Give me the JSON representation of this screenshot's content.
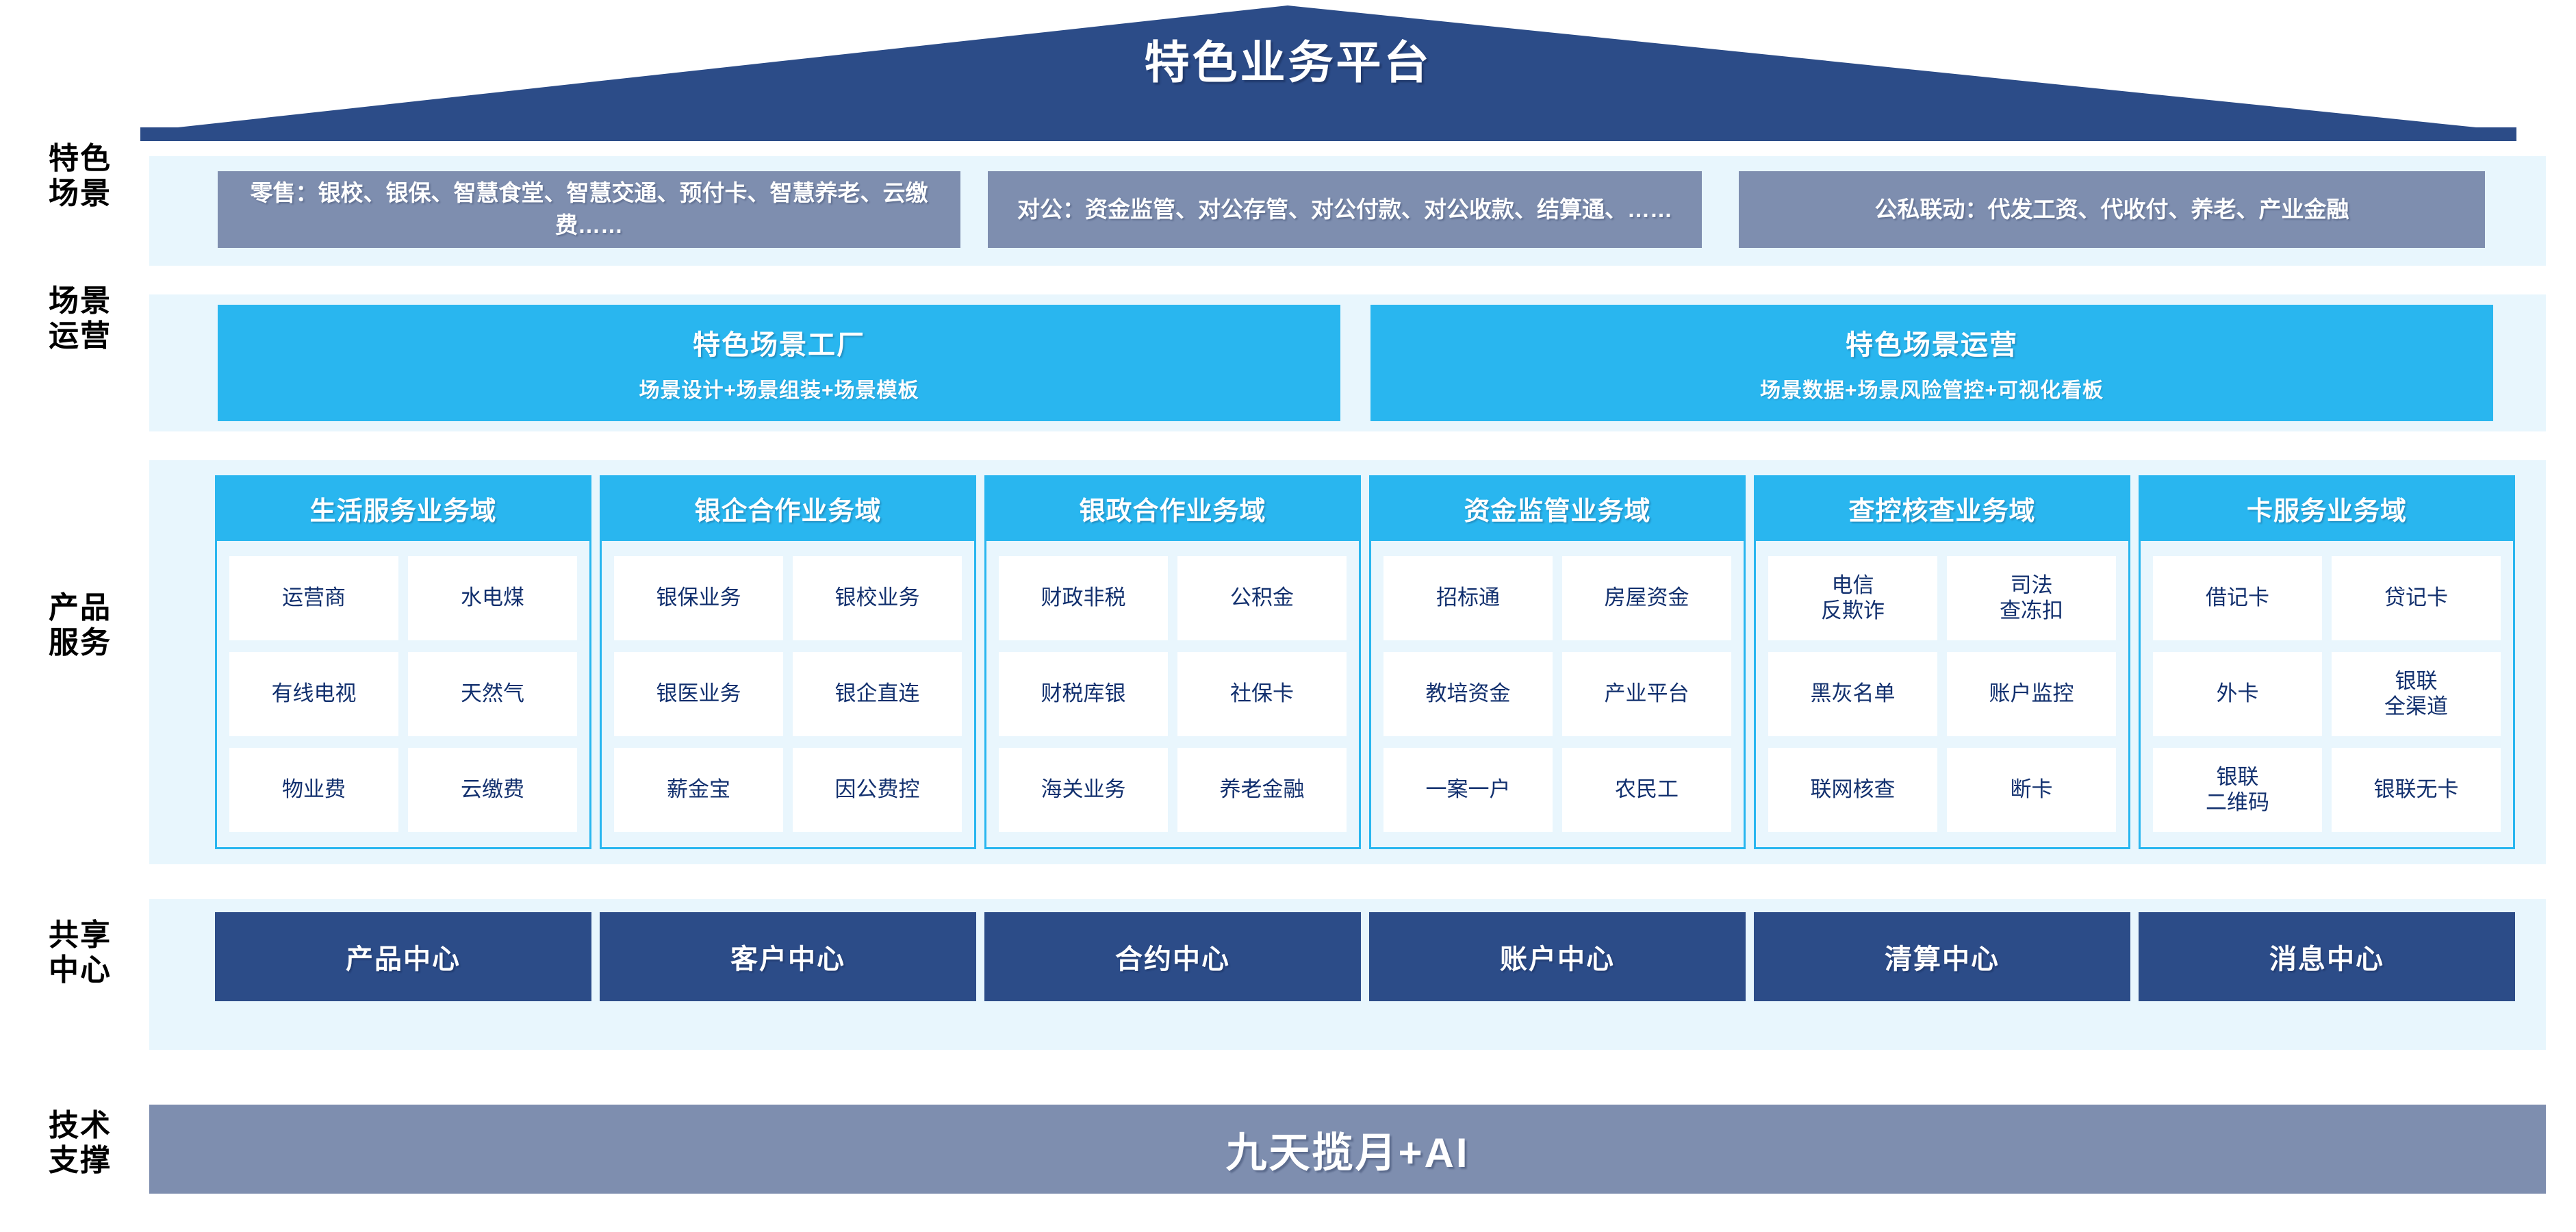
{
  "title": "特色业务平台",
  "colors": {
    "roof_navy": "#2c4c88",
    "slate_blue": "#7e8eaf",
    "cyan": "#29b6ef",
    "pale_band": "#e8f6fd",
    "card_text_navy": "#12306e"
  },
  "row_labels": [
    {
      "key": "scenarios",
      "label": "特色\n场景"
    },
    {
      "key": "operations",
      "label": "场景\n运营"
    },
    {
      "key": "products",
      "label": "产品\n服务"
    },
    {
      "key": "centers",
      "label": "共享\n中心"
    },
    {
      "key": "tech",
      "label": "技术\n支撑"
    }
  ],
  "scenarios": [
    {
      "text": "零售：银校、银保、智慧食堂、智慧交通、预付卡、智慧养老、云缴费……"
    },
    {
      "text": "对公：资金监管、对公存管、对公付款、对公收款、结算通、……"
    },
    {
      "text": "公私联动：代发工资、代收付、养老、产业金融"
    }
  ],
  "operations": [
    {
      "title": "特色场景工厂",
      "subtitle": "场景设计+场景组装+场景模板"
    },
    {
      "title": "特色场景运营",
      "subtitle": "场景数据+场景风险管控+可视化看板"
    }
  ],
  "domains": [
    {
      "title": "生活服务业务域",
      "items": [
        "运营商",
        "水电煤",
        "有线电视",
        "天然气",
        "物业费",
        "云缴费"
      ]
    },
    {
      "title": "银企合作业务域",
      "items": [
        "银保业务",
        "银校业务",
        "银医业务",
        "银企直连",
        "薪金宝",
        "因公费控"
      ]
    },
    {
      "title": "银政合作业务域",
      "items": [
        "财政非税",
        "公积金",
        "财税库银",
        "社保卡",
        "海关业务",
        "养老金融"
      ]
    },
    {
      "title": "资金监管业务域",
      "items": [
        "招标通",
        "房屋资金",
        "教培资金",
        "产业平台",
        "一案一户",
        "农民工"
      ]
    },
    {
      "title": "查控核查业务域",
      "items": [
        "电信\n反欺诈",
        "司法\n查冻扣",
        "黑灰名单",
        "账户监控",
        "联网核查",
        "断卡"
      ]
    },
    {
      "title": "卡服务业务域",
      "items": [
        "借记卡",
        "贷记卡",
        "外卡",
        "银联\n全渠道",
        "银联\n二维码",
        "银联无卡"
      ]
    }
  ],
  "centers": [
    "产品中心",
    "客户中心",
    "合约中心",
    "账户中心",
    "清算中心",
    "消息中心"
  ],
  "tech_support": "九天揽月+AI"
}
